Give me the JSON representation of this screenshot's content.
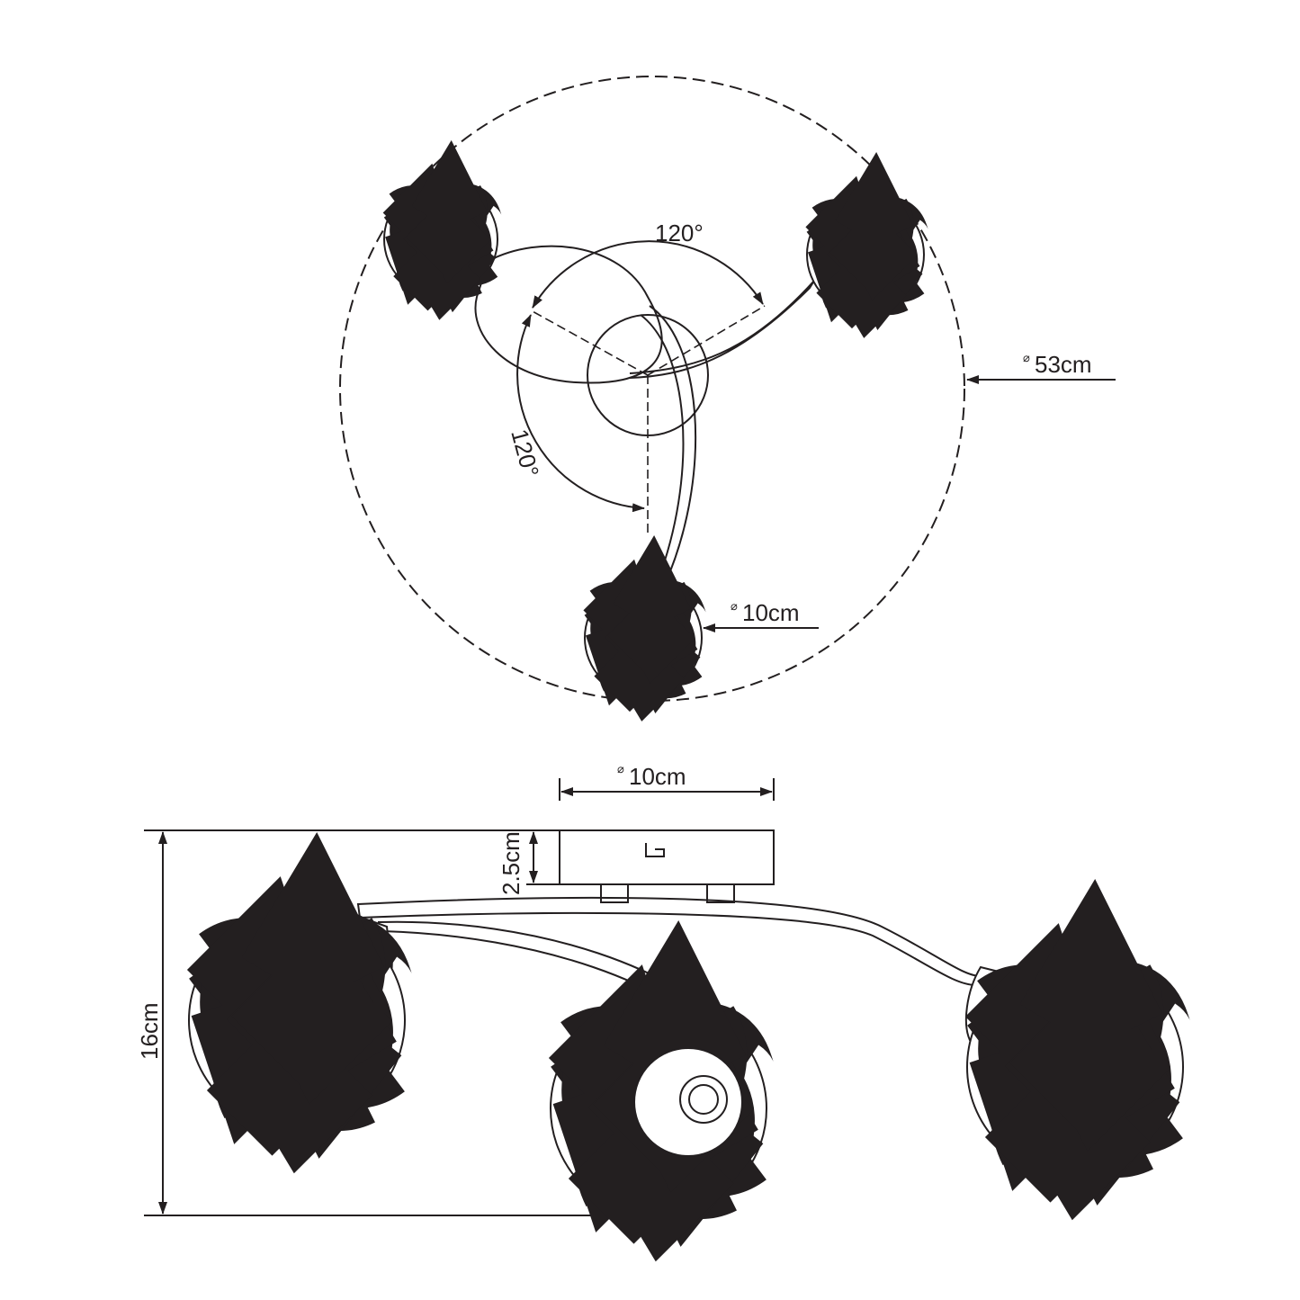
{
  "top_view": {
    "overall_diameter": {
      "symbol": "⌀",
      "value": "53cm"
    },
    "shade_diameter": {
      "symbol": "⌀",
      "value": "10cm"
    },
    "angle_upper": "120°",
    "angle_lower": "120°"
  },
  "side_view": {
    "canopy_diameter": {
      "symbol": "⌀",
      "value": "10cm"
    },
    "canopy_height": "2.5cm",
    "total_height": "16cm"
  },
  "icons": {
    "dimension_arrow": "arrow-head",
    "shade_pattern": "crackle-glass-globe"
  }
}
